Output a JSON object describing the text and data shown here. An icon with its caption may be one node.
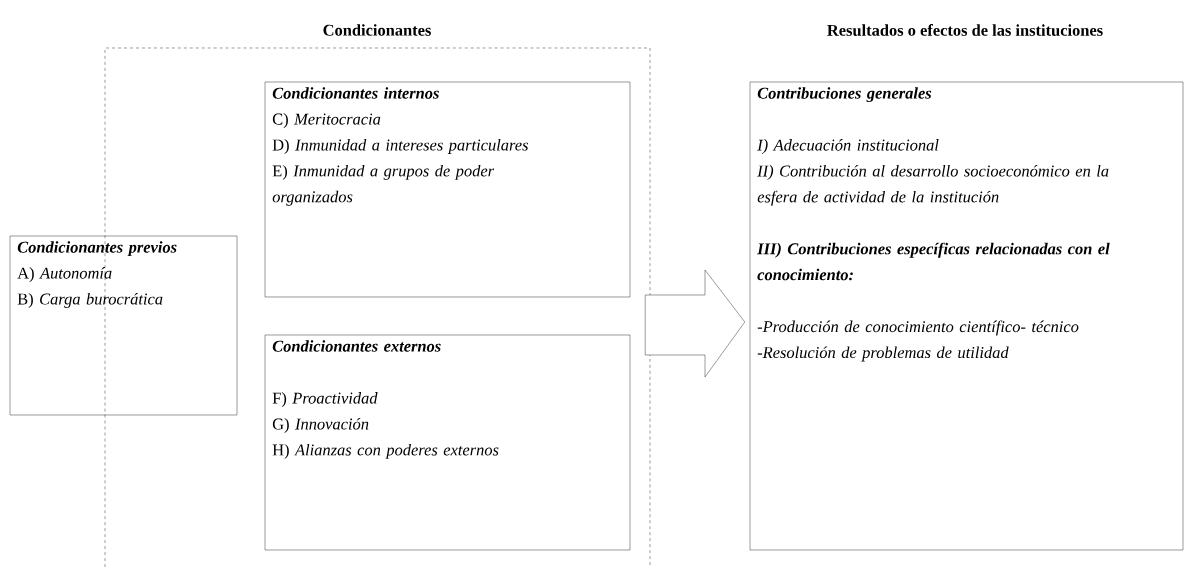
{
  "diagram": {
    "nodes": [
      {
        "text": [
          "Condicionantes"
        ]
      },
      {
        "text": [
          "Condicionantes previos",
          "A) *Autonomía*",
          "B) *Carga burocrática*"
        ]
      },
      {
        "text": [
          "Condicionantes internos",
          "C) *Meritocracia*",
          "D) *Inmunidad a intereses particulares*",
          "E) *Inmunidad a grupos de poder organizados*"
        ],
        "in": 0
      },
      {
        "text": [
          "Condicionantes externos",
          "F) *Proactividad*",
          "G) *Innovación*",
          "H) *Alianzas con poderes externos*"
        ],
        "in": 0
      },
      {
        "text": [
          "Resultados o efectos de las instituciones",
          "Contribuciones generales",
          "I) Adecuación institucional",
          "II) Contribución al desarrollo socioeconómico en la esfera de actividad de la institución",
          "III) Contribuciones específicas relacionadas con el conocimiento:",
          "-Producción de conocimiento científico- técnico",
          "-Resolución de problemas de utilidad"
        ]
      }
    ],
    "edges": [
      {
        "from": 0,
        "to": 4,
        "arrow": "to"
      }
    ]
  }
}
